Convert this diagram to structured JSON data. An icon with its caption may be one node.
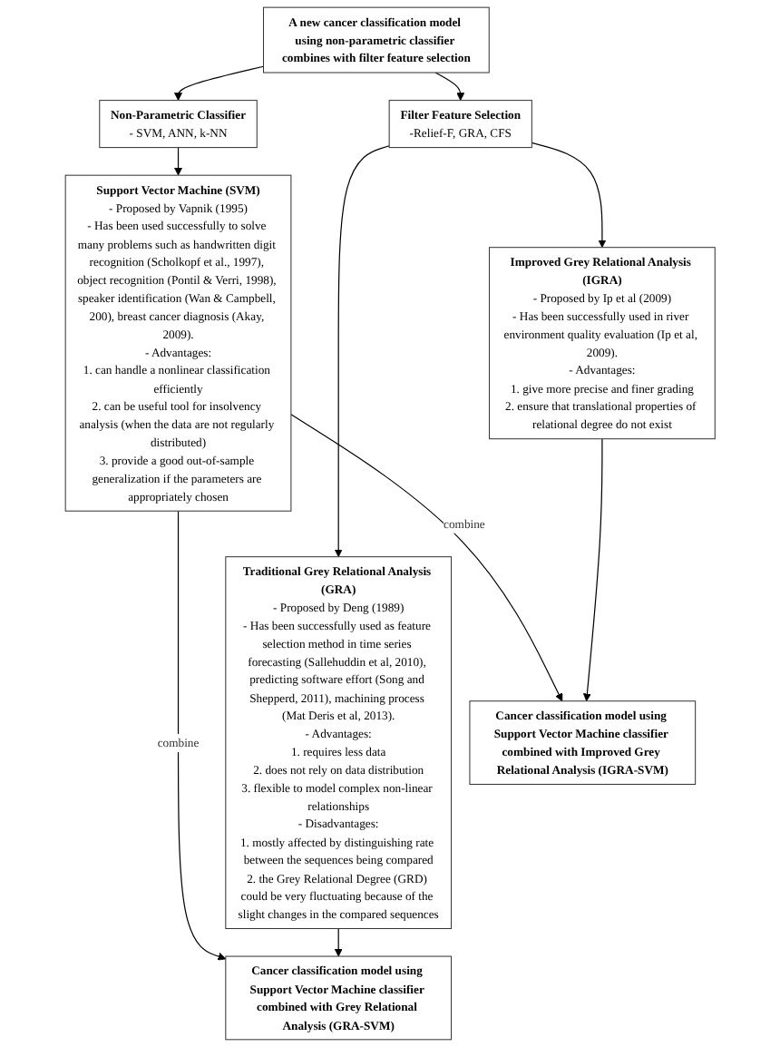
{
  "diagram": {
    "nodes": [
      {
        "text": [
          "A new cancer classification model using non-parametric classifier combines with filter feature selection"
        ]
      },
      {
        "text": [
          "Non-Parametric Classifier",
          "- SVM, ANN, k-NN"
        ]
      },
      {
        "text": [
          "Filter Feature Selection",
          "-Relief-F, GRA, CFS"
        ]
      },
      {
        "text": [
          "Support Vector Machine (SVM)",
          "- Proposed by Vapnik (1995)",
          "- Has been used successfully to solve many problems such as handwritten digit recognition (Scholkopf et al., 1997), object recognition (Pontil & Verri, 1998), speaker identification (Wan & Campbell, 200), breast cancer diagnosis (Akay, 2009).",
          "- Advantages:",
          "1. can handle a nonlinear classification efficiently",
          "2. can be useful tool for insolvency analysis (when the data are not regularly distributed)",
          "3. provide a good out-of-sample generalization if the parameters are appropriately chosen"
        ]
      },
      {
        "text": [
          "Improved Grey Relational Analysis (IGRA)",
          "- Proposed by Ip et al (2009)",
          "- Has been successfully used in river environment quality evaluation (Ip et al, 2009).",
          "- Advantages:",
          "1. give more precise and finer grading",
          "2. ensure that translational properties of relational degree do not exist"
        ]
      },
      {
        "text": [
          "Traditional Grey Relational Analysis (GRA)",
          "- Proposed by Deng (1989)",
          "- Has been successfully used as feature selection method in time series forecasting (Sallehuddin et al, 2010), predicting software effort (Song and Shepperd, 2011), machining process (Mat Deris et al, 2013).",
          "- Advantages:",
          "1. requires less data",
          "2. does not rely on data distribution",
          "3. flexible to model complex non-linear relationships",
          "- Disadvantages:",
          "1. mostly affected by distinguishing rate between the sequences being compared",
          "2. the Grey Relational Degree (GRD) could be very fluctuating because of the slight changes in the compared sequences"
        ]
      },
      {
        "text": [
          "Cancer classification model using Support Vector Machine classifier combined with Improved Grey Relational Analysis (IGRA-SVM)"
        ]
      },
      {
        "text": [
          "Cancer classification model using Support Vector Machine classifier combined with Grey Relational Analysis (GRA-SVM)"
        ]
      }
    ],
    "edges": [
      {
        "from": 0,
        "to": 1,
        "arrow": "to"
      },
      {
        "from": 0,
        "to": 2,
        "arrow": "to"
      },
      {
        "from": 1,
        "to": 3,
        "arrow": "to"
      },
      {
        "from": 2,
        "to": 4,
        "arrow": "to"
      },
      {
        "from": 2,
        "to": 5,
        "arrow": "to"
      },
      {
        "from": 3,
        "to": 6,
        "arrow": "to",
        "label": "combine"
      },
      {
        "from": 4,
        "to": 6,
        "arrow": "to"
      },
      {
        "from": 3,
        "to": 7,
        "arrow": "to",
        "label": "combine"
      },
      {
        "from": 5,
        "to": 7,
        "arrow": "to"
      }
    ]
  }
}
